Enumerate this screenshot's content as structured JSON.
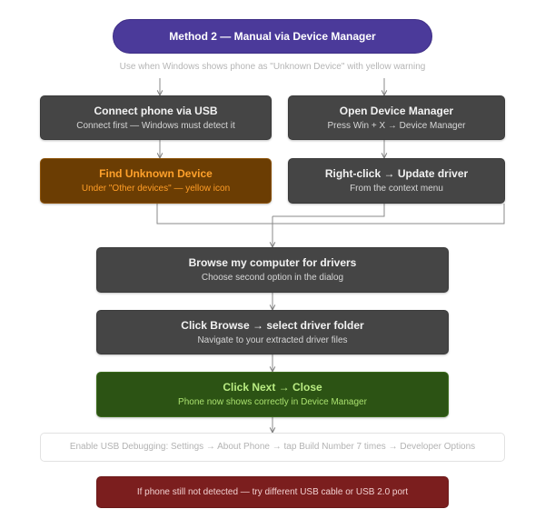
{
  "header": {
    "title": "Method 2 — Manual via Device Manager",
    "subtitle": "Use when Windows shows phone as \"Unknown Device\" with yellow warning"
  },
  "steps": {
    "connect": {
      "title": "Connect phone via USB",
      "subtitle": "Connect first — Windows must detect it"
    },
    "open_dm": {
      "title": "Open Device Manager",
      "subtitle": "Press Win + X → Device Manager"
    },
    "find_unknown": {
      "title": "Find Unknown Device",
      "subtitle": "Under \"Other devices\" — yellow icon"
    },
    "right_click": {
      "title": "Right-click → Update driver",
      "subtitle": "From the context menu"
    },
    "browse": {
      "title": "Browse my computer for drivers",
      "subtitle": "Choose second option in the dialog"
    },
    "click_browse": {
      "title": "Click Browse → select driver folder",
      "subtitle": "Navigate to your extracted driver files"
    },
    "next_close": {
      "title": "Click Next → Close",
      "subtitle": "Phone now shows correctly in Device Manager"
    }
  },
  "tip": "Enable USB Debugging: Settings → About Phone → tap Build Number 7 times → Developer Options",
  "warning": "If phone still not detected — try different USB cable or USB 2.0 port",
  "colors": {
    "header": "#4b3a9a",
    "step": "#454545",
    "highlight": "#6b3d03",
    "success": "#2c5314",
    "warning": "#7b1e1e",
    "connector": "#8a8a8a"
  }
}
